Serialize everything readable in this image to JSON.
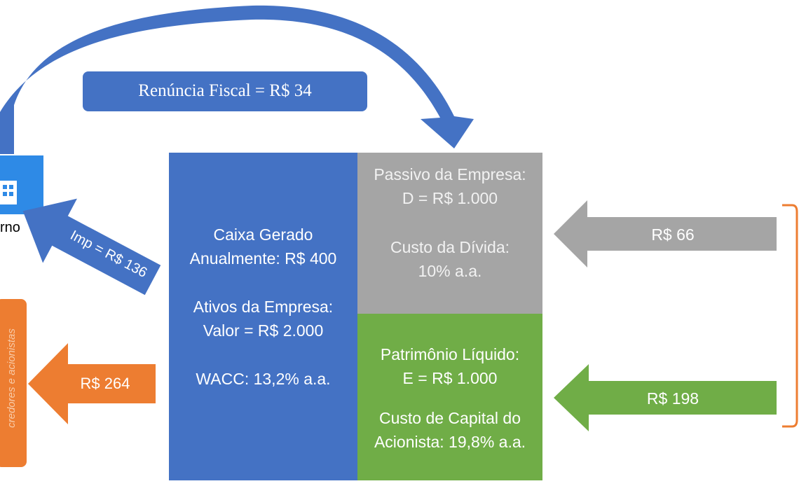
{
  "colors": {
    "blue": "#4472c4",
    "gray": "#a5a5a5",
    "green": "#70ad47",
    "orange": "#ed7d31"
  },
  "top_arrow": {
    "label": "Renúncia Fiscal = R$ 34"
  },
  "governo": {
    "icon": "building-icon",
    "label_fragment": "rno"
  },
  "tax_arrow": {
    "label": "Imp = R$ 136"
  },
  "orange_arrow": {
    "label": "R$ 264"
  },
  "side_box": {
    "label": "credores e acionistas"
  },
  "assets_block": {
    "cash": "Caixa Gerado\nAnualmente: R$ 400",
    "assets": "Ativos da Empresa:\nValor = R$ 2.000",
    "wacc": "WACC: 13,2% a.a."
  },
  "liabilities_block": {
    "debt": "Passivo da Empresa:\nD = R$ 1.000",
    "cost": "Custo da Dívida:\n10% a.a."
  },
  "equity_block": {
    "equity": "Patrimônio Líquido:\nE = R$ 1.000",
    "cost": "Custo de Capital do\nAcionista: 19,8% a.a."
  },
  "gray_arrow": {
    "label": "R$ 66"
  },
  "green_arrow": {
    "label": "R$ 198"
  }
}
